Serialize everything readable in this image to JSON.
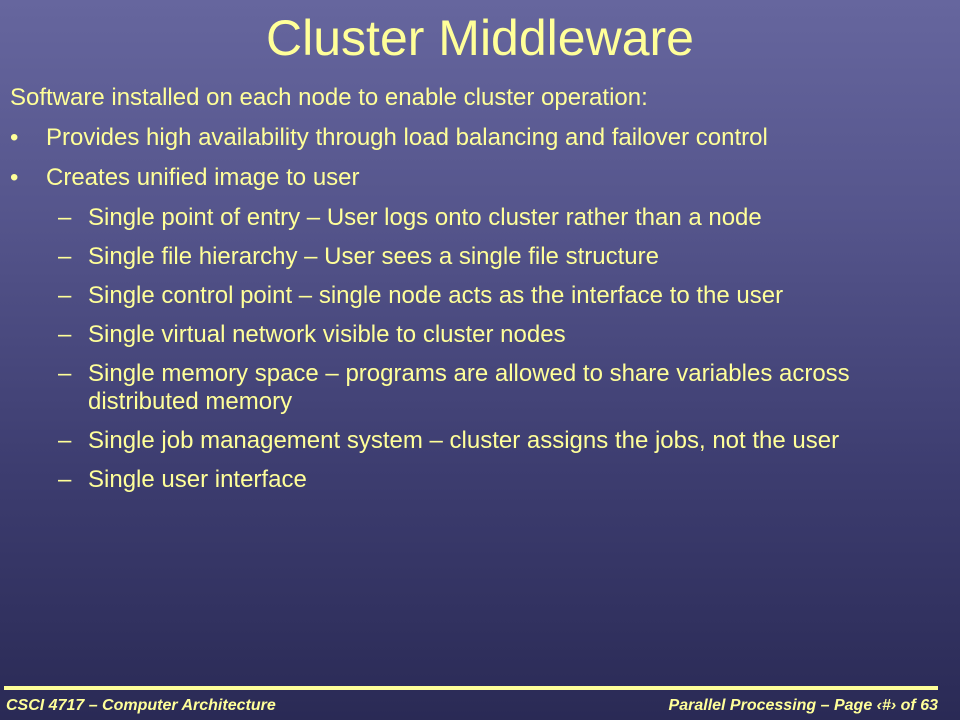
{
  "slide": {
    "title": "Cluster Middleware",
    "intro": "Software installed on each node to enable cluster operation:",
    "bullet_marker": "•",
    "sub_marker": "–",
    "bullets": [
      "Provides high availability through load balancing and failover control",
      "Creates unified image to user"
    ],
    "sub_bullets": [
      "Single point of entry – User logs onto cluster rather than a node",
      "Single file hierarchy – User sees a single file structure",
      "Single control point – single node acts as the interface to the user",
      "Single virtual network visible to cluster nodes",
      "Single memory space – programs are allowed to share variables across distributed memory",
      "Single job management system – cluster assigns the jobs, not the user",
      "Single user interface"
    ]
  },
  "footer": {
    "left": "CSCI 4717 – Computer Architecture",
    "right": "Parallel Processing – Page ‹#› of 63"
  },
  "colors": {
    "text": "#ffff99",
    "background_top": "#66669e",
    "background_bottom": "#2a2a55"
  }
}
